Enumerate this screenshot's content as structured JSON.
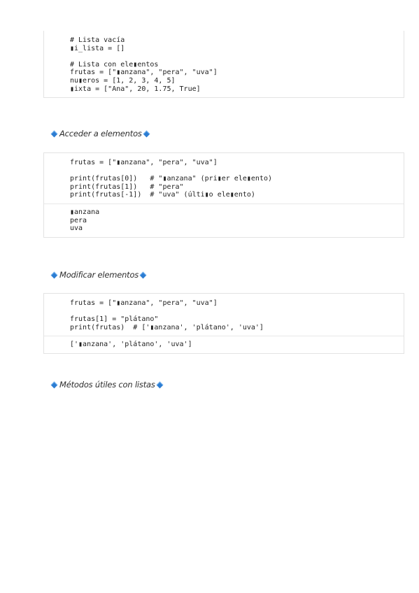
{
  "block1": {
    "code": [
      "# Lista vacía",
      "▮i_lista = []",
      "",
      "# Lista con ele▮entos",
      "frutas = [\"▮anzana\", \"pera\", \"uva\"]",
      "nu▮eros = [1, 2, 3, 4, 5]",
      "▮ixta = [\"Ana\", 20, 1.75, True]"
    ]
  },
  "heading2": "Acceder a elementos",
  "block2": {
    "code": [
      "frutas = [\"▮anzana\", \"pera\", \"uva\"]",
      "",
      "print(frutas[0])   # \"▮anzana\" (pri▮er ele▮ento)",
      "print(frutas[1])   # \"pera\"",
      "print(frutas[-1])  # \"uva\" (últi▮o ele▮ento)"
    ],
    "output": [
      "▮anzana",
      "pera",
      "uva"
    ]
  },
  "heading3": "Modificar elementos",
  "block3": {
    "code": [
      "frutas = [\"▮anzana\", \"pera\", \"uva\"]",
      "",
      "frutas[1] = \"plátano\"",
      "print(frutas)  # ['▮anzana', 'plátano', 'uva']"
    ],
    "output": [
      "['▮anzana', 'plátano', 'uva']"
    ]
  },
  "heading4": "Métodos útiles con listas",
  "colors": {
    "diamond": "#2d7dd2",
    "border": "#e3e3e3"
  }
}
